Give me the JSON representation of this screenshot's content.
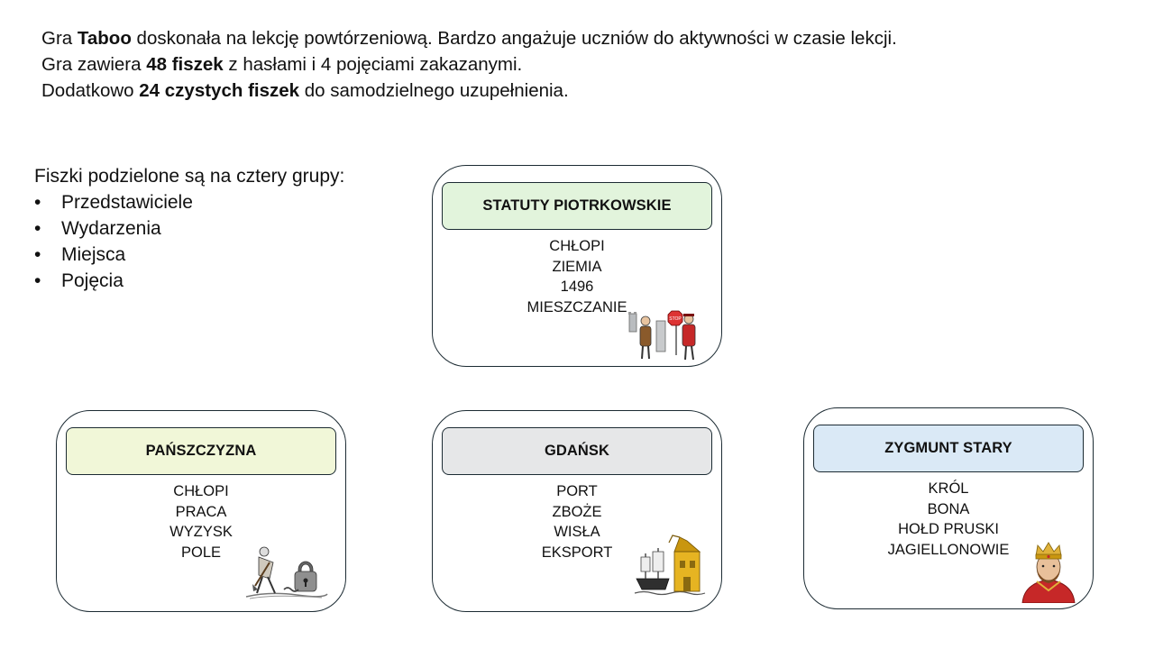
{
  "intro": {
    "line1": {
      "pre": "Gra ",
      "bold": "Taboo",
      "post": " doskonała na lekcję powtórzeniową. Bardzo angażuje uczniów do aktywności w czasie lekcji."
    },
    "line2": {
      "pre": "Gra zawiera  ",
      "bold": "48 fiszek",
      "post": " z hasłami  i 4 pojęciami zakazanymi."
    },
    "line3": {
      "pre": "Dodatkowo  ",
      "bold": "24 czystych fiszek",
      "post": " do  samodzielnego uzupełnienia."
    }
  },
  "groups": {
    "title": "Fiszki podzielone są na cztery grupy:",
    "items": [
      "Przedstawiciele",
      "Wydarzenia",
      "Miejsca",
      "Pojęcia"
    ]
  },
  "cards": [
    {
      "title": "STATUTY PIOTRKOWSKIE",
      "header_color": "#e2f4dc",
      "words": [
        "CHŁOPI",
        "ZIEMIA",
        "1496",
        "MIESZCZANIE"
      ],
      "icon": "stop-sign-figures-icon"
    },
    {
      "title": "PAŃSZCZYZNA",
      "header_color": "#f1f7d8",
      "words": [
        "CHŁOPI",
        "PRACA",
        "WYZYSK",
        "POLE"
      ],
      "icon": "peasant-padlock-icon"
    },
    {
      "title": "GDAŃSK",
      "header_color": "#e6e7e8",
      "words": [
        "PORT",
        "ZBOŻE",
        "WISŁA",
        "EKSPORT"
      ],
      "icon": "ship-crane-icon"
    },
    {
      "title": "ZYGMUNT STARY",
      "header_color": "#dae9f6",
      "words": [
        "KRÓL",
        "BONA",
        "HOŁD PRUSKI",
        "JAGIELLONOWIE"
      ],
      "icon": "king-icon"
    }
  ]
}
